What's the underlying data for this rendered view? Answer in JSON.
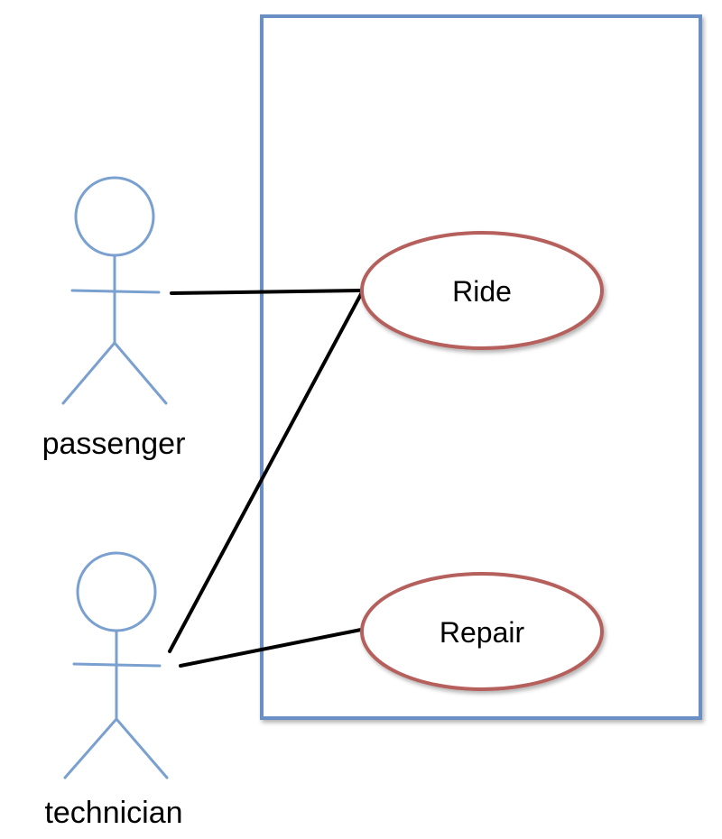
{
  "colors": {
    "system_border": "#6a8fc4",
    "actor_stroke": "#7aa0cf",
    "usecase_stroke": "#b5605b",
    "association": "#000000"
  },
  "actors": [
    {
      "id": "passenger",
      "label": "passenger"
    },
    {
      "id": "technician",
      "label": "technician"
    }
  ],
  "use_cases": [
    {
      "id": "ride",
      "label": "Ride"
    },
    {
      "id": "repair",
      "label": "Repair"
    }
  ],
  "associations": [
    {
      "from": "passenger",
      "to": "ride"
    },
    {
      "from": "technician",
      "to": "ride"
    },
    {
      "from": "technician",
      "to": "repair"
    }
  ]
}
